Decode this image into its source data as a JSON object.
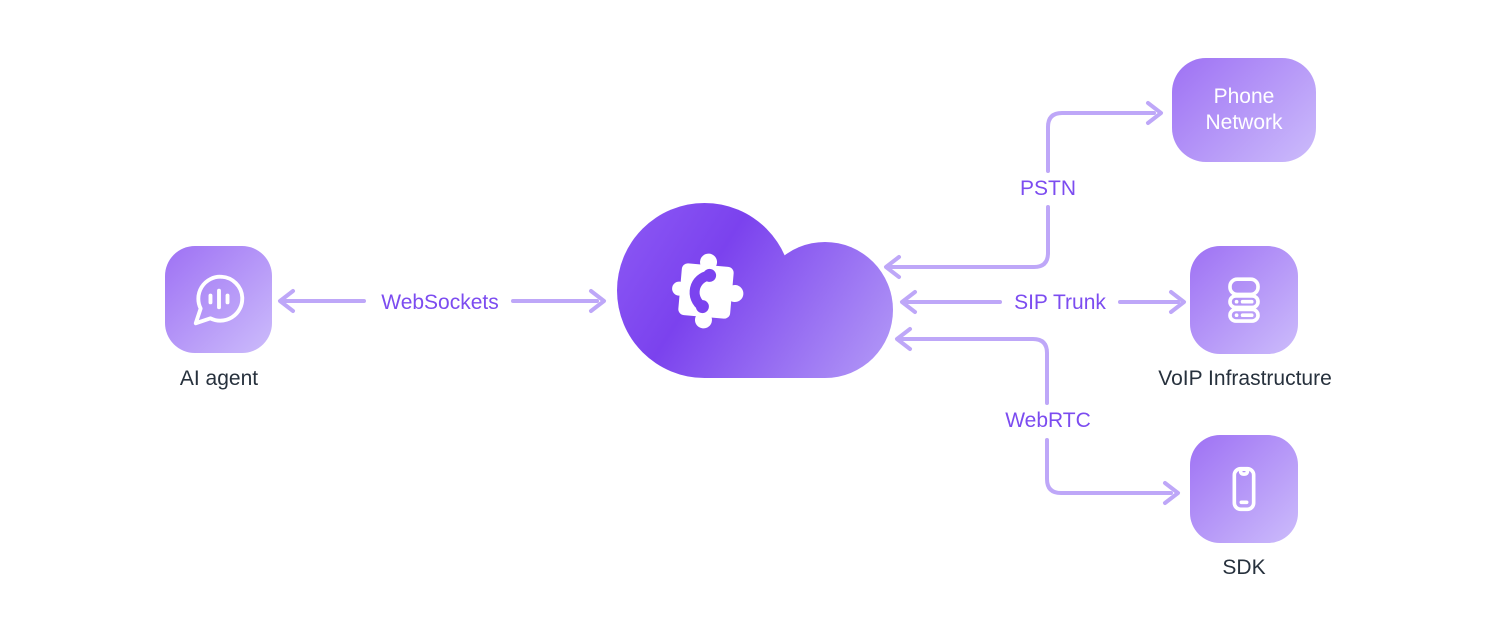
{
  "diagram": {
    "nodes": {
      "ai_agent": {
        "label": "AI agent",
        "icon": "voice-chat-bubble-icon"
      },
      "cloud": {
        "icon": "puzzle-phone-icon"
      },
      "phone_network": {
        "label": "Phone Network"
      },
      "voip_infrastructure": {
        "label": "VoIP Infrastructure",
        "icon": "server-icon"
      },
      "sdk": {
        "label": "SDK",
        "icon": "smartphone-icon"
      }
    },
    "connections": {
      "websockets": {
        "label": "WebSockets",
        "from": "cloud",
        "to": "ai_agent",
        "arrows": "both"
      },
      "pstn": {
        "label": "PSTN",
        "from": "cloud",
        "to": "phone_network",
        "arrows": "both"
      },
      "sip_trunk": {
        "label": "SIP Trunk",
        "from": "cloud",
        "to": "voip_infrastructure",
        "arrows": "both"
      },
      "webrtc": {
        "label": "WebRTC",
        "from": "cloud",
        "to": "sdk",
        "arrows": "both"
      }
    }
  },
  "theme": {
    "background": "#ffffff",
    "connector_line": "#bea7f8",
    "connector_label_text": "#7c4cf0",
    "node_label_text": "#27313d",
    "node_box_gradient_start": "#9e71f4",
    "node_box_gradient_end": "#ccbcfb",
    "cloud_gradient_start": "#8d5af5",
    "cloud_gradient_mid": "#7b42ee",
    "cloud_gradient_end": "#b59df7",
    "box_text": "#ffffff",
    "icon_stroke": "#ffffff"
  }
}
